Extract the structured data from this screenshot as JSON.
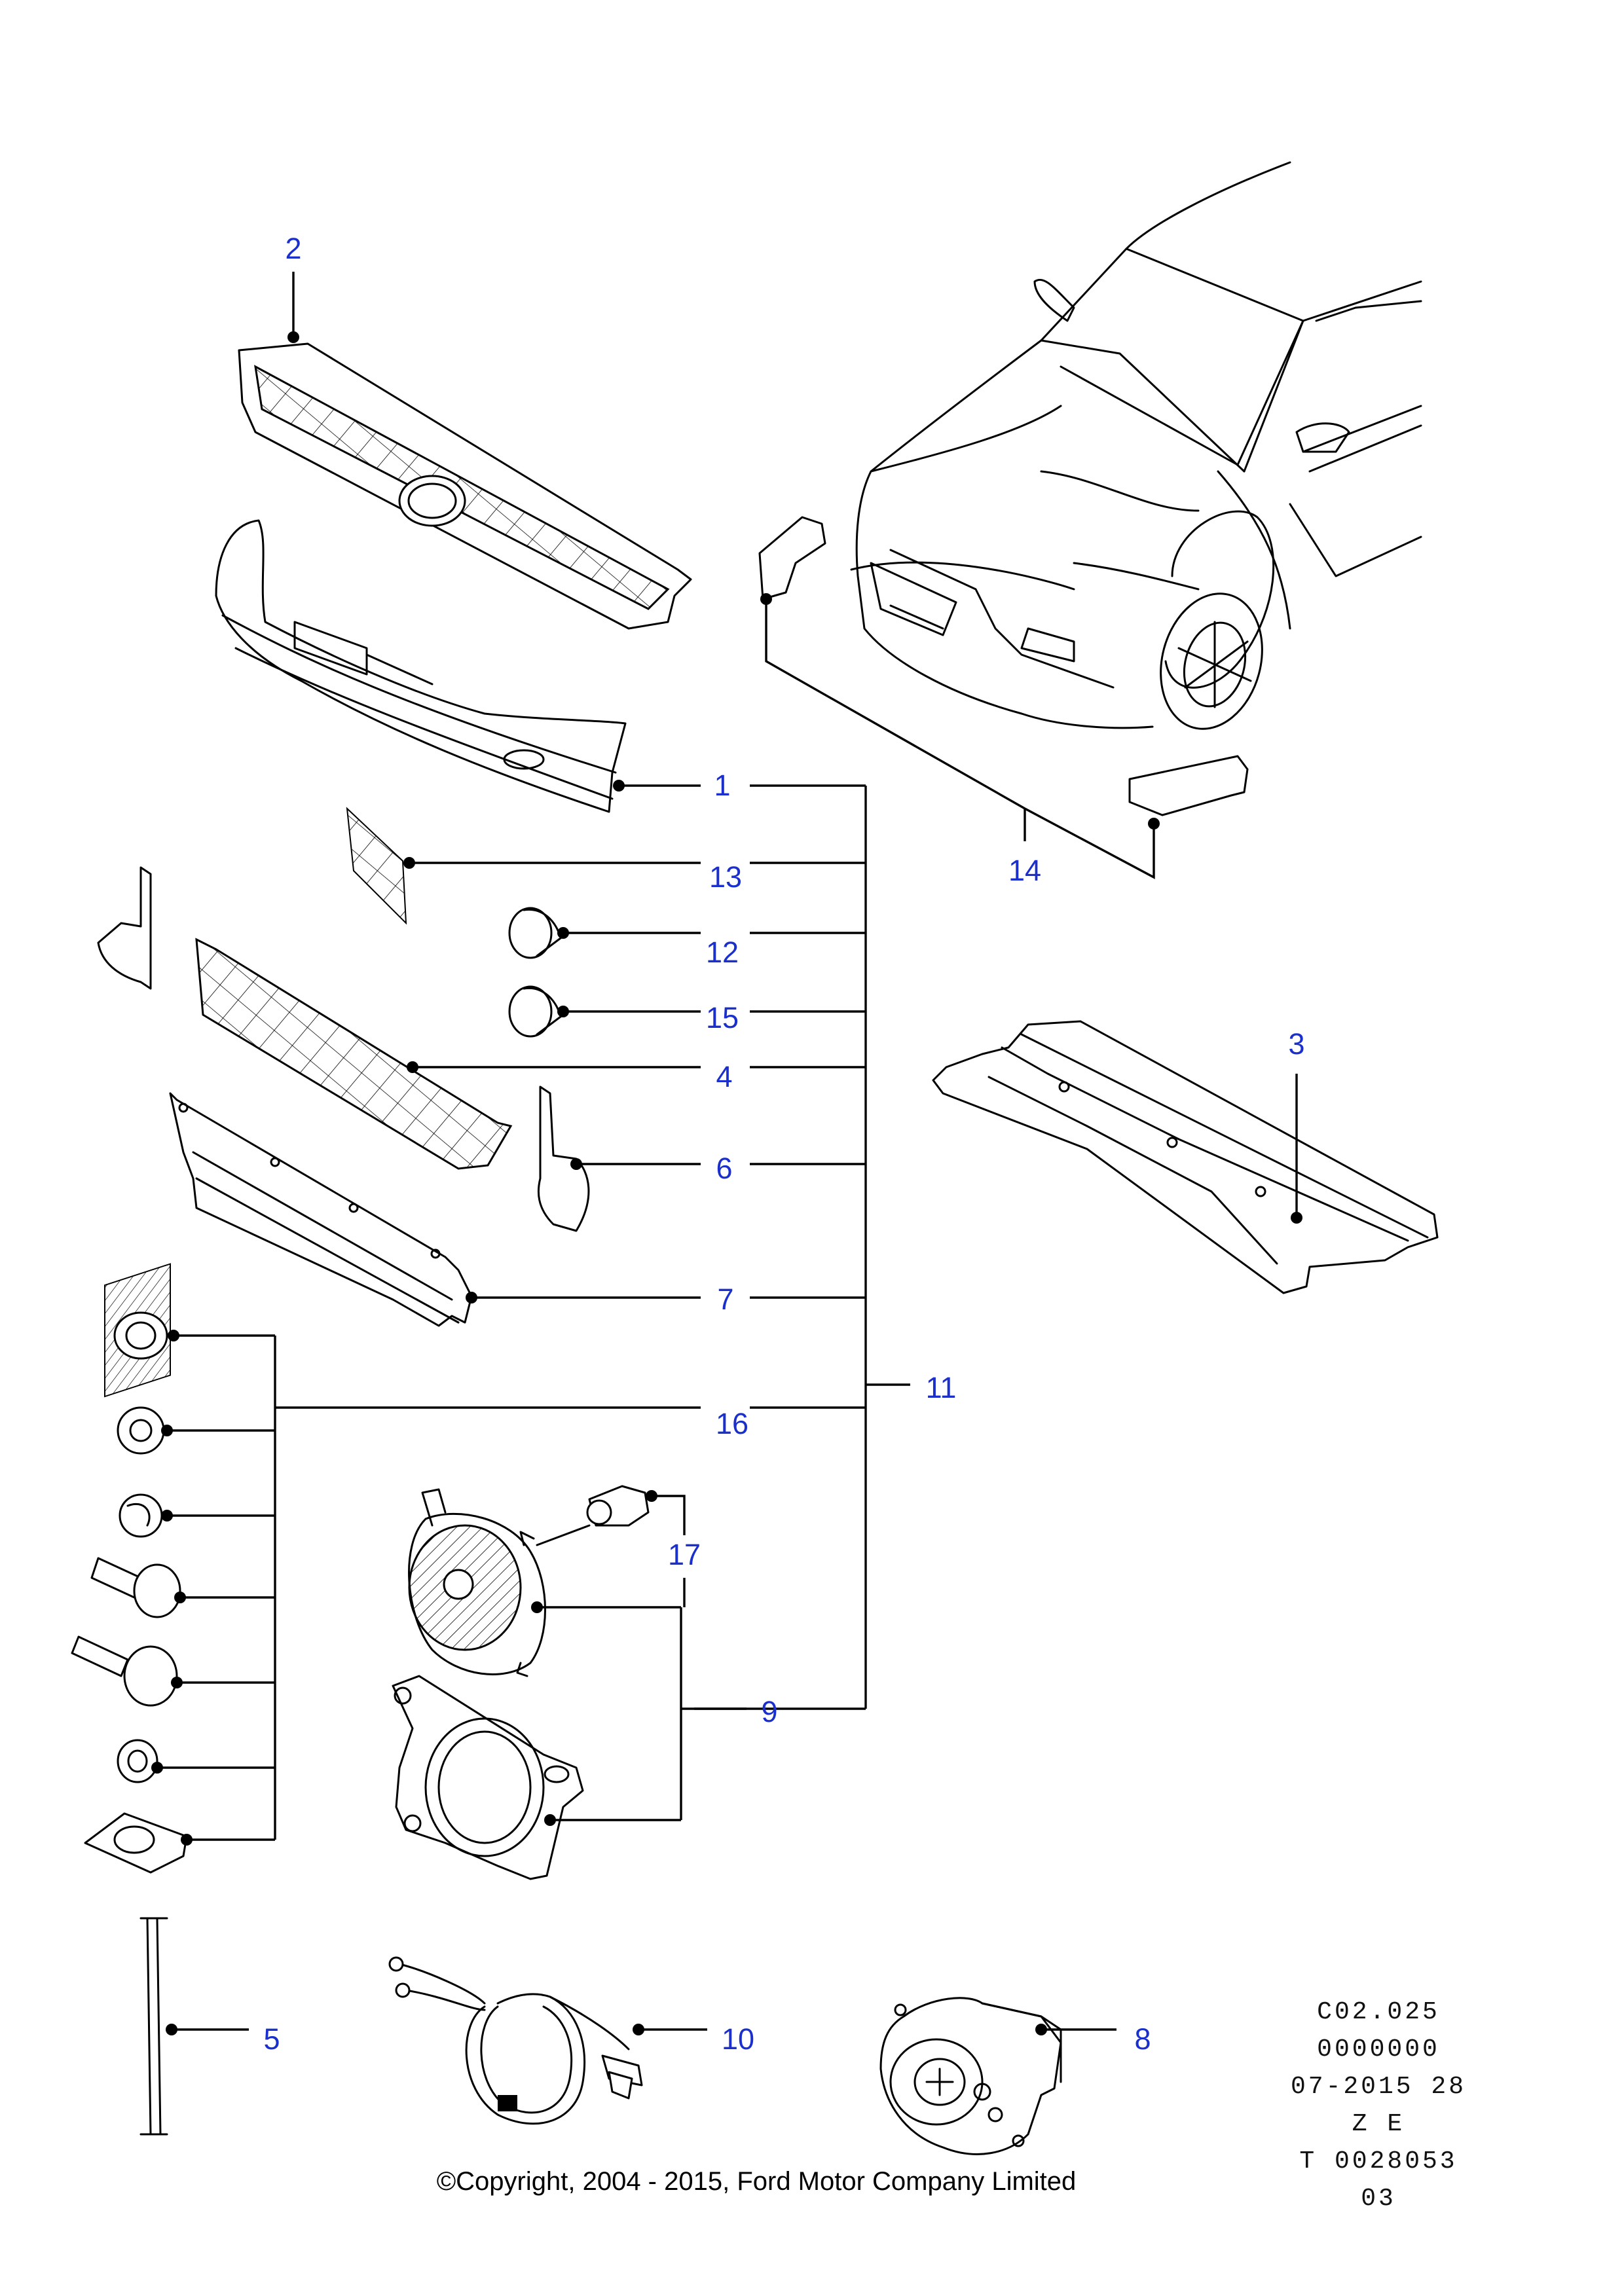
{
  "callouts": {
    "c1": "1",
    "c2": "2",
    "c3": "3",
    "c4": "4",
    "c5": "5",
    "c6": "6",
    "c7": "7",
    "c8": "8",
    "c9": "9",
    "c10": "10",
    "c11": "11",
    "c12": "12",
    "c13": "13",
    "c14": "14",
    "c15": "15",
    "c16": "16",
    "c17": "17"
  },
  "reference": {
    "line1": "C02.025",
    "line2": "0000000",
    "line3": "07-2015 28",
    "line4": "Z E",
    "line5": "T 0028053 03"
  },
  "copyright": "©Copyright, 2004 - 2015, Ford Motor Company Limited",
  "colors": {
    "callout": "#1a2fcc",
    "line": "#000000"
  }
}
